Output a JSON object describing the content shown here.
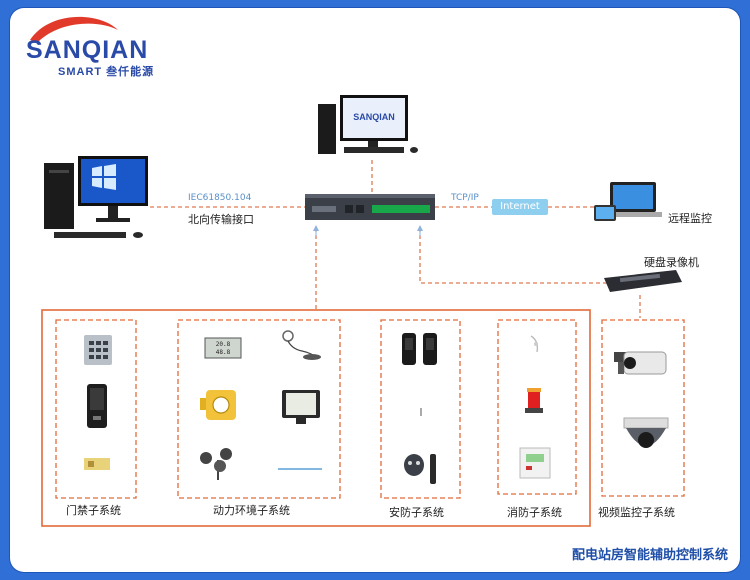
{
  "logo": {
    "brand": "SANQIAN",
    "sub": "SMART 叁仟能源",
    "colors": {
      "primary": "#2a4aa8",
      "swoosh": "#e23a2a"
    }
  },
  "title": "配电站房智能辅助控制系统",
  "labels": {
    "north_interface": "北向传输接口",
    "remote_monitor": "远程监控",
    "nvr": "硬盘录像机"
  },
  "protocols": {
    "iec": "IEC61850.104",
    "tcp": "TCP/IP",
    "internet": "Internet"
  },
  "subsystems": [
    {
      "label": "门禁子系统",
      "icons": [
        "keypad-icon",
        "card-reader-icon",
        "door-lock-icon"
      ]
    },
    {
      "label": "动力环境子系统",
      "icons": [
        "temp-humidity-display-icon",
        "water-leak-sensor-icon",
        "gas-detector-icon",
        "floodlight-icon",
        "anemometer-icon",
        "sensor-cable-icon"
      ]
    },
    {
      "label": "安防子系统",
      "icons": [
        "infrared-beam-icon",
        "pir-sensor-icon",
        "flashlight-icon"
      ]
    },
    {
      "label": "消防子系统",
      "icons": [
        "smoke-detector-icon",
        "alarm-light-icon",
        "fire-panel-icon"
      ]
    },
    {
      "label": "视频监控子系统",
      "icons": [
        "bullet-camera-icon",
        "dome-camera-icon"
      ]
    }
  ],
  "colors": {
    "frame": "#2f6fd6",
    "link": "#e07a55",
    "group_border": "#e26a3a",
    "title": "#1f4fa8"
  }
}
